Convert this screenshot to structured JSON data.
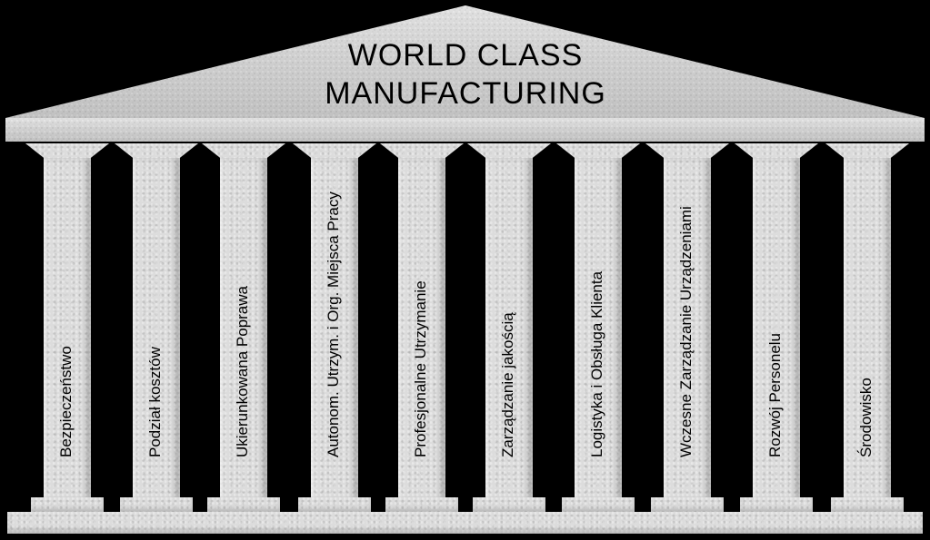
{
  "title": {
    "line1": "WORLD CLASS",
    "line2": "MANUFACTURING"
  },
  "pillars": [
    {
      "label": "Bezpieczeństwo"
    },
    {
      "label": "Podział kosztów"
    },
    {
      "label": "Ukierunkowana Poprawa"
    },
    {
      "label": "Autonom. Utrzym. i Org. Miejsca Pracy"
    },
    {
      "label": "Profesjonalne Utrzymanie"
    },
    {
      "label": "Zarządzanie jakością"
    },
    {
      "label": "Logistyka i Obsługa Klienta"
    },
    {
      "label": "Wczesne Zarządzanie Urządzeniami"
    },
    {
      "label": "Rozwój Personelu"
    },
    {
      "label": "Środowisko"
    }
  ],
  "colors": {
    "background": "#000000",
    "stone": "#dcdcdc",
    "text": "#000000"
  }
}
